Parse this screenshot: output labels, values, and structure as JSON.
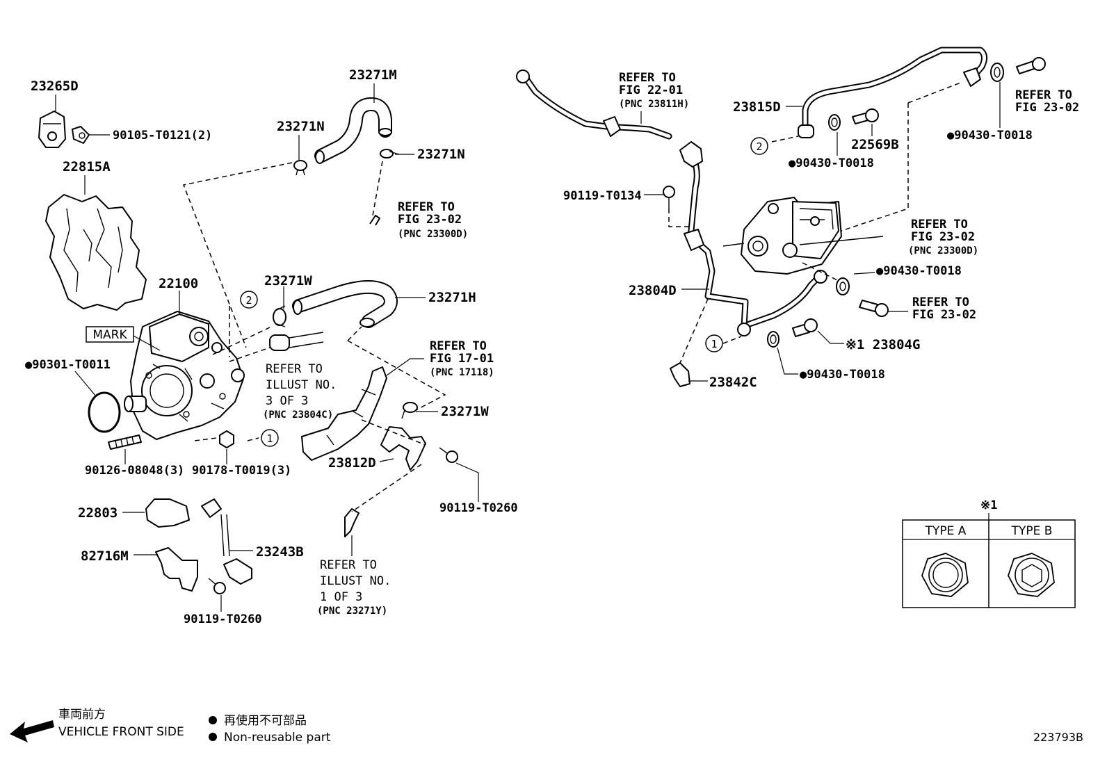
{
  "parts": {
    "p23265D": "23265D",
    "p90105": "90105-T0121(2)",
    "p22815A": "22815A",
    "p23271M": "23271M",
    "p23271N_a": "23271N",
    "p23271N_b": "23271N",
    "p22100": "22100",
    "mark": "MARK",
    "p90301": "●90301-T0011",
    "p23271W_a": "23271W",
    "p23271H": "23271H",
    "p23271W_b": "23271W",
    "p23812D": "23812D",
    "p90126": "90126-08048(3)",
    "p90178": "90178-T0019(3)",
    "p90119_a": "90119-T0260",
    "p22803": "22803",
    "p82716M": "82716M",
    "p23243B": "23243B",
    "p90119_b": "90119-T0260",
    "p90119_c": "90119-T0134",
    "p23815D": "23815D",
    "p22569B": "22569B",
    "p90430_a": "●90430-T0018",
    "p90430_b": "●90430-T0018",
    "p90430_c": "●90430-T0018",
    "p90430_d": "●90430-T0018",
    "p23804D": "23804D",
    "p23804G": "※1 23804G",
    "p23842C": "23842C"
  },
  "refs": {
    "r1": {
      "l1": "REFER TO",
      "l2": "FIG 23-02",
      "l3": "(PNC 23300D)"
    },
    "r2": {
      "l1": "REFER TO",
      "l2": "ILLUST NO.",
      "l3": "3 OF 3",
      "l4": "(PNC 23804C)"
    },
    "r3": {
      "l1": "REFER TO",
      "l2": "FIG 17-01",
      "l3": "(PNC 17118)"
    },
    "r4": {
      "l1": "REFER TO",
      "l2": "ILLUST NO.",
      "l3": "1 OF 3",
      "l4": "(PNC 23271Y)"
    },
    "r5": {
      "l1": "REFER TO",
      "l2": "FIG 22-01",
      "l3": "(PNC 23811H)"
    },
    "r6": {
      "l1": "REFER TO",
      "l2": "FIG 23-02"
    },
    "r7": {
      "l1": "REFER TO",
      "l2": "FIG 23-02",
      "l3": "(PNC 23300D)"
    },
    "r8": {
      "l1": "REFER TO",
      "l2": "FIG 23-02"
    }
  },
  "callouts": {
    "c1a": "1",
    "c1b": "1",
    "c2a": "2",
    "c2b": "2"
  },
  "type_table": {
    "note": "※1",
    "type_a": "TYPE A",
    "type_b": "TYPE B"
  },
  "legend": {
    "front_jp": "車両前方",
    "front_en": "VEHICLE FRONT SIDE",
    "nonreuse_jp": "再使用不可部品",
    "nonreuse_en": "Non-reusable part"
  },
  "diagram_id": "223793B"
}
